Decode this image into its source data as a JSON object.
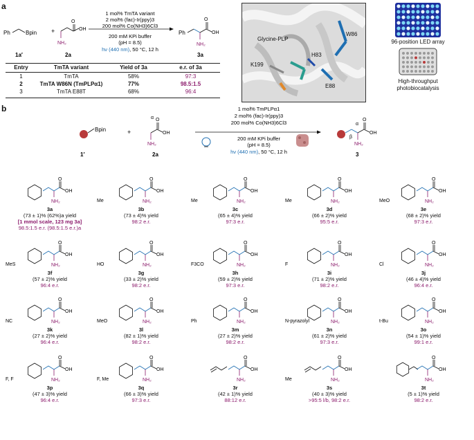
{
  "panel_a": {
    "letter": "a",
    "reactant1": "1a′",
    "reactant2": "2a",
    "product": "3a",
    "bpin": "Bpin",
    "ph": "Ph",
    "conditions": [
      "1 mol% TmTA variant",
      "2 mol% (fac)-Ir(ppy)3",
      "200 mol% Co(NH3)6Cl3",
      "200 mM KPi buffer",
      "(pH = 8.5)"
    ],
    "light_prefix": "hν (440 nm)",
    "light_suffix": ", 50 °C, 12 h",
    "table": {
      "headers": [
        "Entry",
        "TmTA variant",
        "Yield of 3a",
        "e.r. of 3a"
      ],
      "rows": [
        {
          "entry": "1",
          "variant": "TmTA",
          "yield": "58%",
          "er": "97:3"
        },
        {
          "entry": "2",
          "variant": "TmTA W86N (TmPLPα1)",
          "yield": "77%",
          "er": "98.5:1.5"
        },
        {
          "entry": "3",
          "variant": "TmTA E88T",
          "yield": "68%",
          "er": "96:4"
        }
      ]
    },
    "structure_labels": {
      "glycine": "Glycine-PLP",
      "w86": "W86",
      "h83": "H83",
      "k199": "K199",
      "e88": "E88"
    },
    "led_caption": "96-position LED array",
    "photo_caption": [
      "High-throughput",
      "photobiocatalysis"
    ]
  },
  "panel_b": {
    "letter": "b",
    "reactant1": "1′",
    "reactant2": "2a",
    "product": "3",
    "bpin": "Bpin",
    "conditions": [
      "1 mol% TmPLPα1",
      "2 mol% (fac)-Ir(ppy)3",
      "200 mol% Co(NH3)6Cl3",
      "200 mM KPi buffer",
      "(pH = 8.5)"
    ],
    "light_prefix": "hν (440 nm)",
    "light_suffix": ", 50 °C, 12 h",
    "compounds": [
      {
        "id": "3a",
        "yield": "(73 ± 1)% (62%)a yield",
        "er": "98.5:1.5 e.r. (98.5:1.5 e.r.)a",
        "note": "[1 mmol scale, 123 mg 3a]",
        "sub": "",
        "side": "Ph"
      },
      {
        "id": "3b",
        "yield": "(73 ± 4)% yield",
        "er": "98:2 e.r.",
        "note": "",
        "sub": "Me",
        "side": "p"
      },
      {
        "id": "3c",
        "yield": "(65 ± 4)% yield",
        "er": "97:3 e.r.",
        "note": "",
        "sub": "Me",
        "side": "m"
      },
      {
        "id": "3d",
        "yield": "(66 ± 2)% yield",
        "er": "95:5 e.r.",
        "note": "",
        "sub": "Me",
        "side": "o"
      },
      {
        "id": "3e",
        "yield": "(68 ± 2)% yield",
        "er": "97:3 e.r.",
        "note": "",
        "sub": "MeO",
        "side": "p"
      },
      {
        "id": "3f",
        "yield": "(57 ± 2)% yield",
        "er": "96:4 e.r.",
        "note": "",
        "sub": "MeS",
        "side": "p"
      },
      {
        "id": "3g",
        "yield": "(33 ± 2)% yield",
        "er": "98:2 e.r.",
        "note": "",
        "sub": "HO",
        "side": "p"
      },
      {
        "id": "3h",
        "yield": "(59 ± 2)% yield",
        "er": "97:3 e.r.",
        "note": "",
        "sub": "F3CO",
        "side": "p"
      },
      {
        "id": "3i",
        "yield": "(71 ± 2)% yield",
        "er": "98:2 e.r.",
        "note": "",
        "sub": "F",
        "side": "p"
      },
      {
        "id": "3j",
        "yield": "(46 ± 4)% yield",
        "er": "96:4 e.r.",
        "note": "",
        "sub": "Cl",
        "side": "p"
      },
      {
        "id": "3k",
        "yield": "(27 ± 2)% yield",
        "er": "96:4 e.r.",
        "note": "",
        "sub": "NC",
        "side": "m"
      },
      {
        "id": "3l",
        "yield": "(82 ± 1)% yield",
        "er": "98:2 e.r.",
        "note": "",
        "sub": "MeO",
        "side": "m"
      },
      {
        "id": "3m",
        "yield": "(27 ± 2)% yield",
        "er": "98:2 e.r.",
        "note": "",
        "sub": "Ph",
        "side": "p"
      },
      {
        "id": "3n",
        "yield": "(61 ± 2)% yield",
        "er": "97:3 e.r.",
        "note": "",
        "sub": "N-pyrazolyl",
        "side": "p"
      },
      {
        "id": "3o",
        "yield": "(54 ± 1)% yield",
        "er": "99:1 e.r.",
        "note": "",
        "sub": "t-Bu",
        "side": "p"
      },
      {
        "id": "3p",
        "yield": "(47 ± 3)% yield",
        "er": "96:4 e.r.",
        "note": "",
        "sub": "F, F",
        "side": "mp"
      },
      {
        "id": "3q",
        "yield": "(66 ± 3)% yield",
        "er": "97:3 e.r.",
        "note": "",
        "sub": "F, Me",
        "side": "mp"
      },
      {
        "id": "3r",
        "yield": "(42 ± 1)% yield",
        "er": "88:12 e.r.",
        "note": "",
        "sub": "",
        "side": "allyl"
      },
      {
        "id": "3s",
        "yield": "(40 ± 3)% yield",
        "er": ">95:5 l/b, 98:2 e.r.",
        "note": "",
        "sub": "Me",
        "side": "prenyl"
      },
      {
        "id": "3t",
        "yield": "(5 ± 1)% yield",
        "er": "98:2 e.r.",
        "note": "",
        "sub": "b",
        "side": "homo"
      }
    ]
  },
  "colors": {
    "purple": "#8b1a6b",
    "blue": "#1f6fb2",
    "sphere": "#b83a3a"
  }
}
